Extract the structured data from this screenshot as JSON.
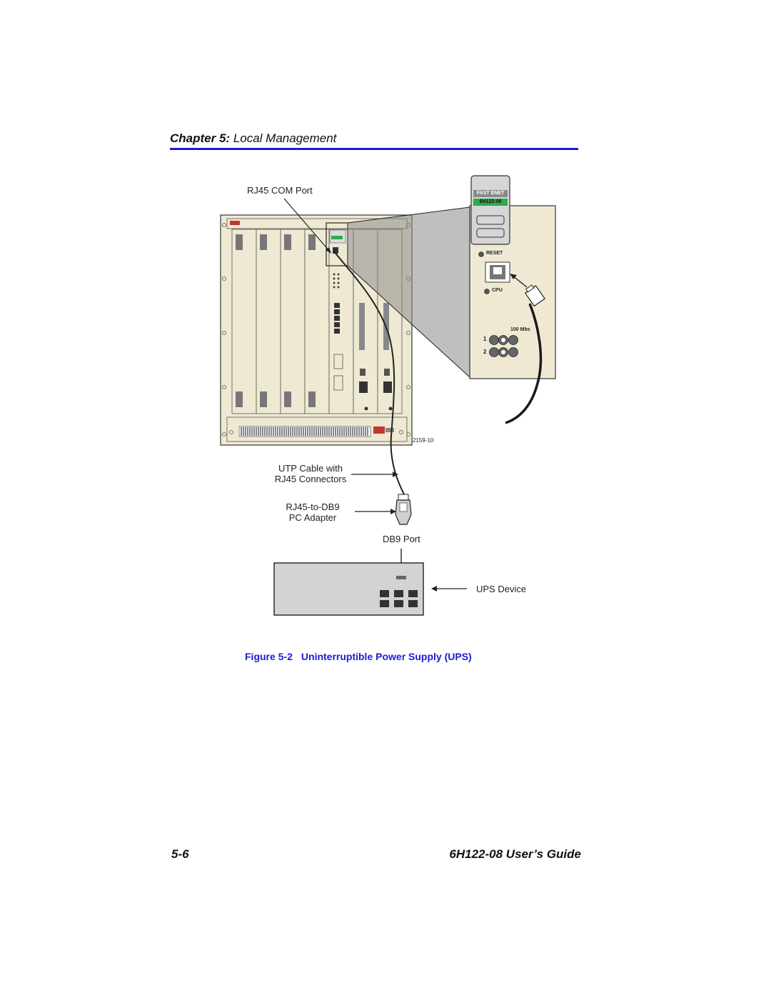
{
  "header": {
    "chapter_label": "Chapter 5:",
    "chapter_title": "Local Management"
  },
  "figure": {
    "labels": {
      "rj45_com_port": "RJ45 COM Port",
      "utp_line1": "UTP Cable with",
      "utp_line2": "RJ45 Connectors",
      "adapter_line1": "RJ45-to-DB9",
      "adapter_line2": "PC Adapter",
      "db9_port": "DB9 Port",
      "ups_device": "UPS Device",
      "drawing_number": "2159-10"
    },
    "module": {
      "name": "FAST ENET",
      "model": "6H122-08",
      "reset": "RESET",
      "cpu": "CPU",
      "speed": "100 Mbs",
      "port1": "1",
      "port2": "2"
    },
    "colors": {
      "accent_blue": "#1b1bd6",
      "chassis": "#efe9d3",
      "module_green": "#2fa84f",
      "ups_grey": "#d3d3d5"
    }
  },
  "caption": {
    "number": "Figure 5-2",
    "title": "Uninterruptible Power Supply (UPS)"
  },
  "footer": {
    "page_number": "5-6",
    "guide_title": "6H122-08 User’s Guide"
  }
}
